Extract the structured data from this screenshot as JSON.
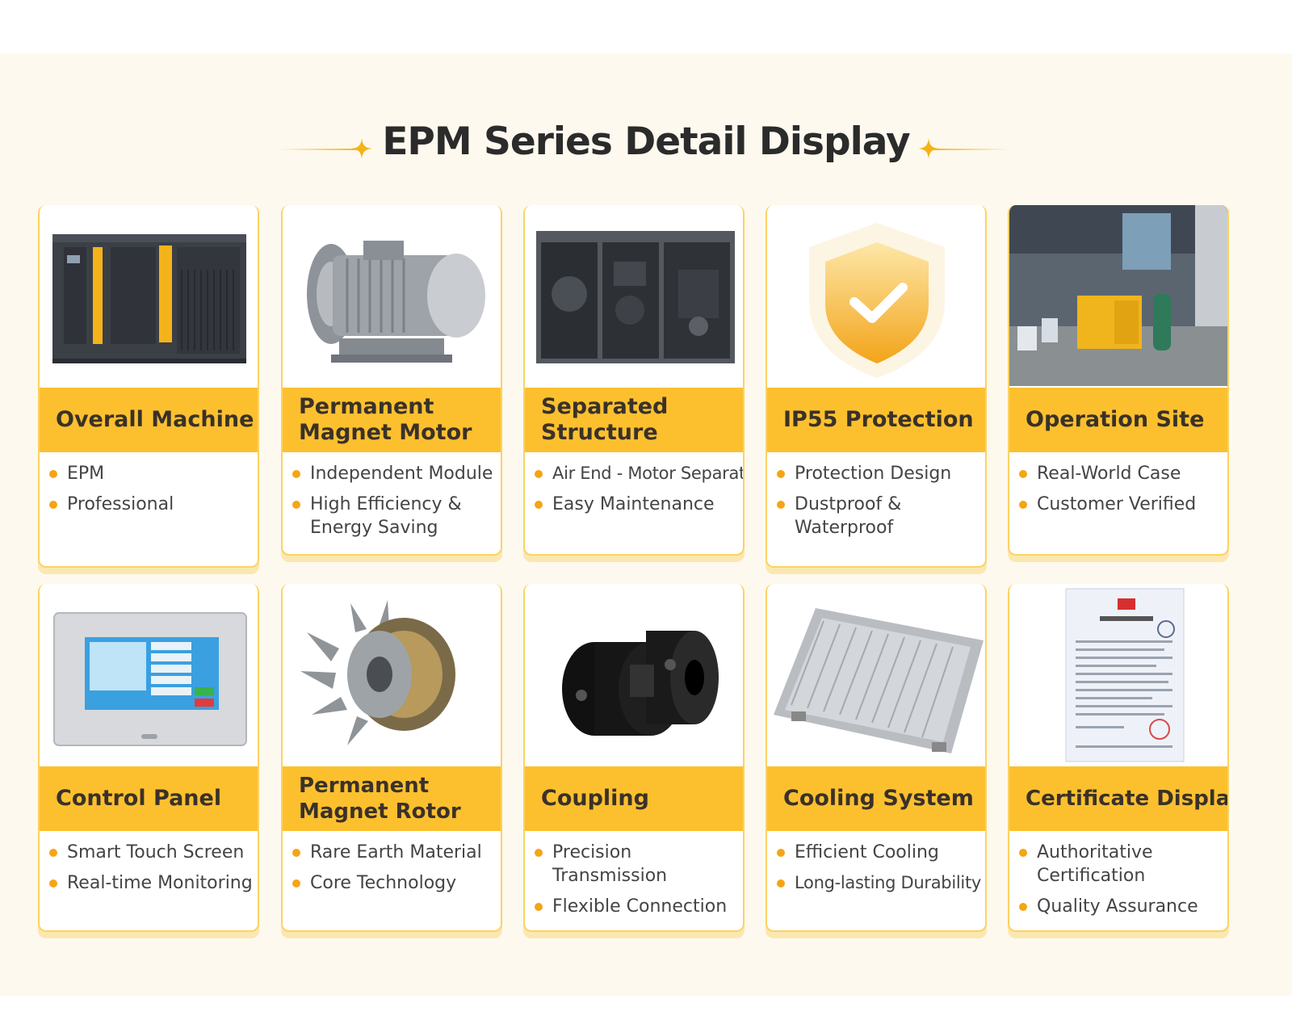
{
  "header": {
    "title": "EPM Series Detail Display"
  },
  "colors": {
    "accent": "#fcc02f",
    "bullet": "#f5a514",
    "background": "#fdf9ef",
    "title": "#2b2b2b"
  },
  "cards": [
    {
      "title": "Overall Machine",
      "icon": "air-compressor-image",
      "items": [
        "EPM",
        "Professional"
      ]
    },
    {
      "title": "Permanent Magnet Motor",
      "icon": "motor-image",
      "items": [
        "Independent Module",
        "High Efficiency & Energy Saving"
      ]
    },
    {
      "title": "Separated Structure",
      "icon": "internal-structure-image",
      "items": [
        "Air End - Motor Separation",
        "Easy Maintenance"
      ]
    },
    {
      "title": "IP55 Protection",
      "icon": "shield-check-icon",
      "items": [
        "Protection Design",
        "Dustproof & Waterproof"
      ]
    },
    {
      "title": "Operation Site",
      "icon": "site-photo-image",
      "items": [
        "Real-World Case",
        "Customer Verified"
      ]
    },
    {
      "title": "Control Panel",
      "icon": "touch-screen-image",
      "items": [
        "Smart Touch Screen",
        "Real-time Monitoring"
      ]
    },
    {
      "title": "Permanent Magnet Rotor",
      "icon": "rotor-image",
      "items": [
        "Rare Earth Material",
        "Core Technology"
      ]
    },
    {
      "title": "Coupling",
      "icon": "coupling-image",
      "items": [
        "Precision Transmission",
        "Flexible Connection"
      ]
    },
    {
      "title": "Cooling System",
      "icon": "cooler-image",
      "items": [
        "Efficient Cooling",
        "Long-lasting Durability"
      ]
    },
    {
      "title": "Certificate Display",
      "icon": "certificate-image",
      "items": [
        "Authoritative Certification",
        "Quality Assurance"
      ]
    }
  ]
}
